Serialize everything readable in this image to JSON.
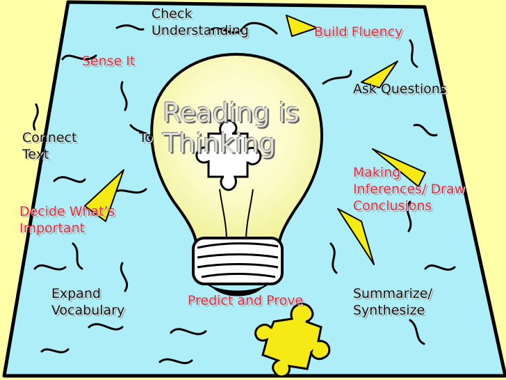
{
  "title": {
    "line1": "Reading is",
    "line2": "Thinking"
  },
  "labels": {
    "check_understanding": [
      "Check",
      "Understanding"
    ],
    "build_fluency": "Build Fluency",
    "sense_it": "Sense It",
    "ask_questions": "Ask Questions",
    "connect_text": [
      "Connect",
      "Text"
    ],
    "connect_to": "To",
    "making_inferences": [
      "Making",
      "Inferences/ Draw",
      "Conclusions"
    ],
    "decide_important": [
      "Decide What’s",
      "Important"
    ],
    "expand_vocabulary": [
      "Expand",
      "Vocabulary"
    ],
    "predict_prove": "Predict and Prove",
    "summarize": [
      "Summarize/",
      "Synthesize"
    ]
  },
  "colors": {
    "background": "#ffffa8",
    "board": "#aeeef8",
    "bulb": "#f7f7b0",
    "bulb_glow": "#ffffe6",
    "ray": "#f5ea14",
    "red_text": "#e8263b",
    "outline": "#000000"
  }
}
